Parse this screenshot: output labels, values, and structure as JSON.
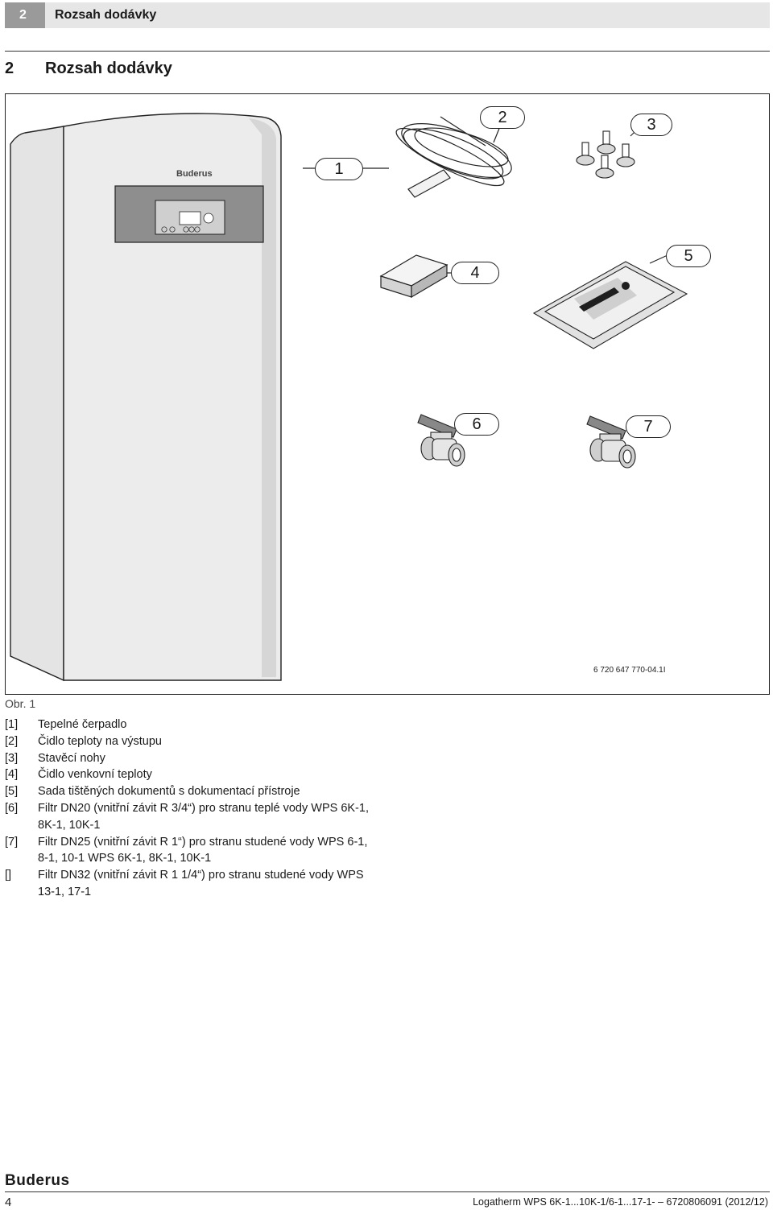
{
  "header": {
    "number": "2",
    "title": "Rozsah dodávky"
  },
  "section": {
    "number": "2",
    "title": "Rozsah dodávky"
  },
  "figure": {
    "product_brand": "Buderus",
    "callouts": [
      "1",
      "2",
      "3",
      "4",
      "5",
      "6",
      "7"
    ],
    "code": "6 720 647 770-04.1I",
    "caption": "Obr. 1"
  },
  "legend": [
    {
      "key": "[1]",
      "text": "Tepelné čerpadlo"
    },
    {
      "key": "[2]",
      "text": "Čidlo teploty na výstupu"
    },
    {
      "key": "[3]",
      "text": "Stavěcí nohy"
    },
    {
      "key": "[4]",
      "text": "Čidlo venkovní teploty"
    },
    {
      "key": "[5]",
      "text": "Sada tištěných dokumentů s dokumentací přístroje"
    },
    {
      "key": "[6]",
      "text": "Filtr DN20 (vnitřní závit R 3/4“) pro stranu teplé vody WPS 6K-1, 8K-1, 10K-1"
    },
    {
      "key": "[7]",
      "text": "Filtr DN25 (vnitřní závit R 1“) pro stranu studené vody WPS 6-1, 8-1, 10-1 WPS 6K-1, 8K-1, 10K-1"
    },
    {
      "key": "[]",
      "text": "Filtr DN32 (vnitřní závit R 1 1/4“) pro stranu studené vody WPS 13-1, 17-1"
    }
  ],
  "footer": {
    "brand": "Buderus",
    "page_number": "4",
    "doc_info": "Logatherm WPS 6K-1...10K-1/6-1...17-1- – 6720806091 (2012/12)"
  }
}
